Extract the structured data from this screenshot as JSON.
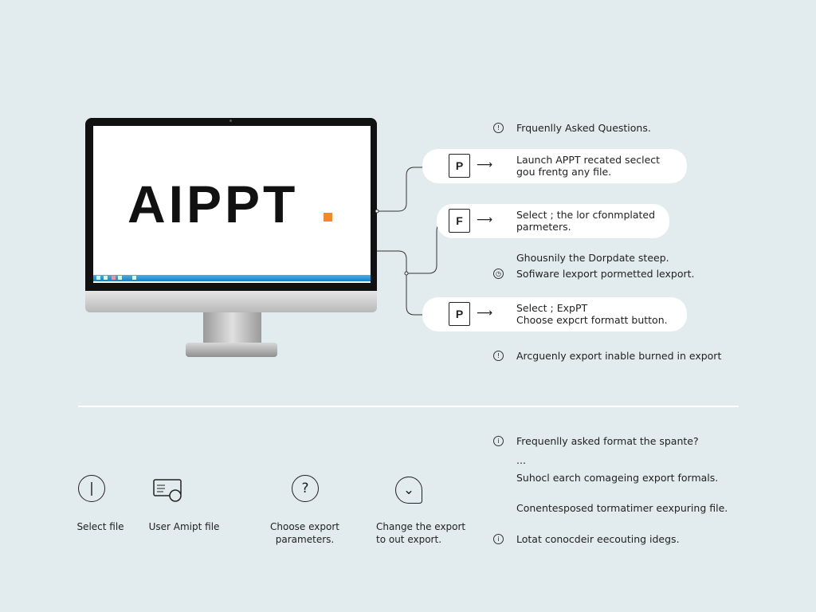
{
  "monitor": {
    "logo": "AIPPT",
    "accent": "#f08a2c"
  },
  "faq_title": "Frquenlly Asked Questions.",
  "steps": [
    {
      "icon": "P",
      "lines": [
        "Launch APPT recated seclect",
        "gou frentg any file."
      ]
    },
    {
      "icon": "F",
      "lines": [
        "Select ; the lor cfonmplated",
        "parmeters."
      ]
    },
    {
      "icon": "P",
      "lines": [
        "Select ; ExpPT",
        "Choose expcrt formatt button."
      ]
    }
  ],
  "notes": {
    "line1": "Ghousnily the Dorpdate steep.",
    "line2": "Sofiware lexport pormetted lexport.",
    "line3": "Arcguenly export inable burned in export"
  },
  "faq2": {
    "q": "Frequenlly asked format the spante?",
    "ellipsis": "...",
    "a1": "Suhocl earch comageing export formals.",
    "a2": "Conentesposed tormatimer eexpuring file.",
    "a3": "Lotat conocdeir eecouting idegs."
  },
  "bottom": [
    {
      "icon": "i",
      "label": "Select file"
    },
    {
      "icon": "file",
      "label": "User Amipt file"
    },
    {
      "icon": "?",
      "label": "Choose export parameters."
    },
    {
      "icon": "chat",
      "label": "Change the export to out export."
    }
  ]
}
